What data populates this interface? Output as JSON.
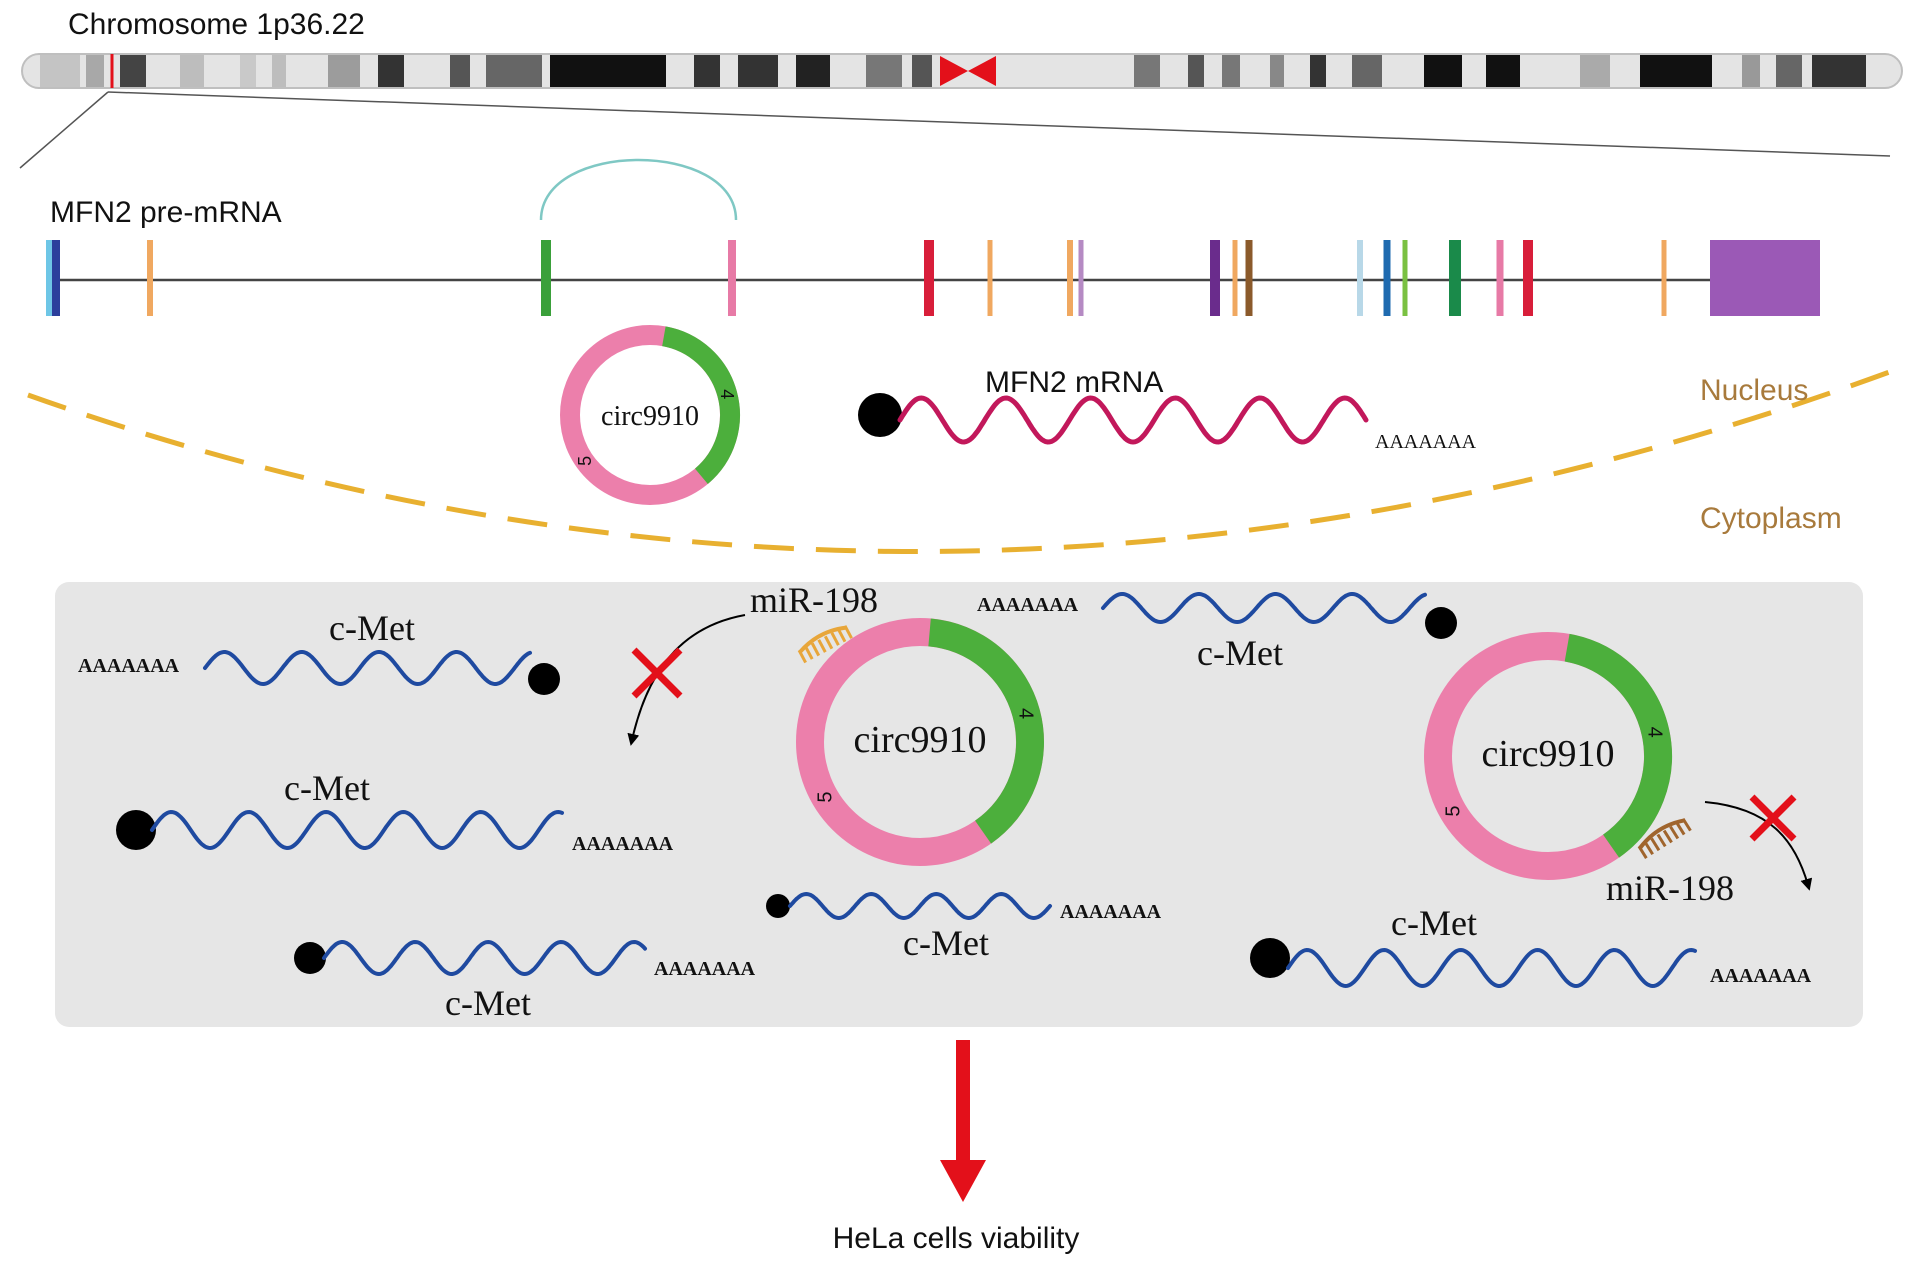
{
  "chromosome": {
    "label": "Chromosome 1p36.22"
  },
  "gene": {
    "label": "MFN2 pre-mRNA",
    "exon_colors": [
      "#6ec6e6",
      "#2b3f9c",
      "#f0a860",
      "#3aa03a",
      "#e77aa6",
      "#d81e3a",
      "#f0a860",
      "#f0a860",
      "#b58ac3",
      "#6a2c8c",
      "#f0a860",
      "#8b5a2b",
      "#b8d8e8",
      "#1f6bb0",
      "#7ac142",
      "#1a8a4a",
      "#e77aa6",
      "#d81e3a",
      "#f0a860",
      "#9b59b6"
    ]
  },
  "nucleus": {
    "circ_label": "circ9910",
    "exon4_label": "4",
    "exon5_label": "5",
    "mrna_label": "MFN2 mRNA",
    "polyA": "AAAAAAA",
    "nucleus_label": "Nucleus",
    "cytoplasm_label": "Cytoplasm"
  },
  "cytoplasm": {
    "circ_label": "circ9910",
    "exon4_label": "4",
    "exon5_label": "5",
    "mirna_label": "miR-198",
    "mrna_label": "c-Met",
    "polyA": "AAAAAAA"
  },
  "colors": {
    "exon4_green": "#4caf3c",
    "exon5_pink": "#ec7fab",
    "cmet_blue": "#1f4aa0",
    "mfn2_magenta": "#c2185b",
    "membrane_orange": "#e8b030",
    "label_brown": "#a87a3c",
    "arrow_red": "#e3101a",
    "cross_red": "#e3101a",
    "panel_gray": "#e6e6e6"
  },
  "outcome": {
    "label": "HeLa cells viability"
  }
}
